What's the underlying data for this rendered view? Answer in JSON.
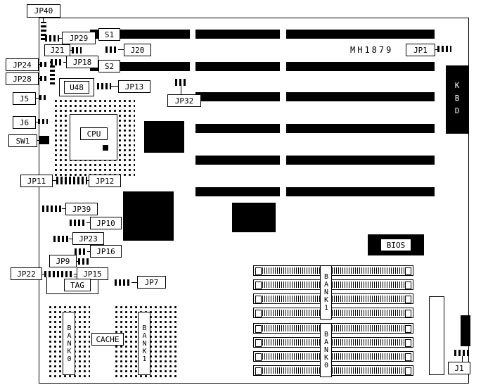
{
  "colors": {
    "ink": "#000000",
    "paper": "#ffffff"
  },
  "board": {
    "part_number": "MH1879"
  },
  "labels": {
    "jp40": "JP40",
    "jp29": "JP29",
    "j21": "J21",
    "j20": "J20",
    "jp24": "JP24",
    "jp28": "JP28",
    "jp18": "JP18",
    "u48": "U48",
    "jp13": "JP13",
    "jp32": "JP32",
    "j5": "J5",
    "j6": "J6",
    "sw1": "SW1",
    "s1": "S1",
    "s2": "S2",
    "jp1": "JP1",
    "kbd": "KBD",
    "cpu": "CPU",
    "jp11": "JP11",
    "jp12": "JP12",
    "jp39": "JP39",
    "jp10": "JP10",
    "jp23": "JP23",
    "jp16": "JP16",
    "jp9": "JP9",
    "jp22": "JP22",
    "jp15": "JP15",
    "jp7": "JP7",
    "tag": "TAG",
    "cache": "CACHE",
    "cache_bank0": "BANK0",
    "cache_bank1": "BANK1",
    "simm_bank1": "BANK1",
    "simm_bank0": "BANK0",
    "bios": "BIOS",
    "j1": "J1"
  }
}
